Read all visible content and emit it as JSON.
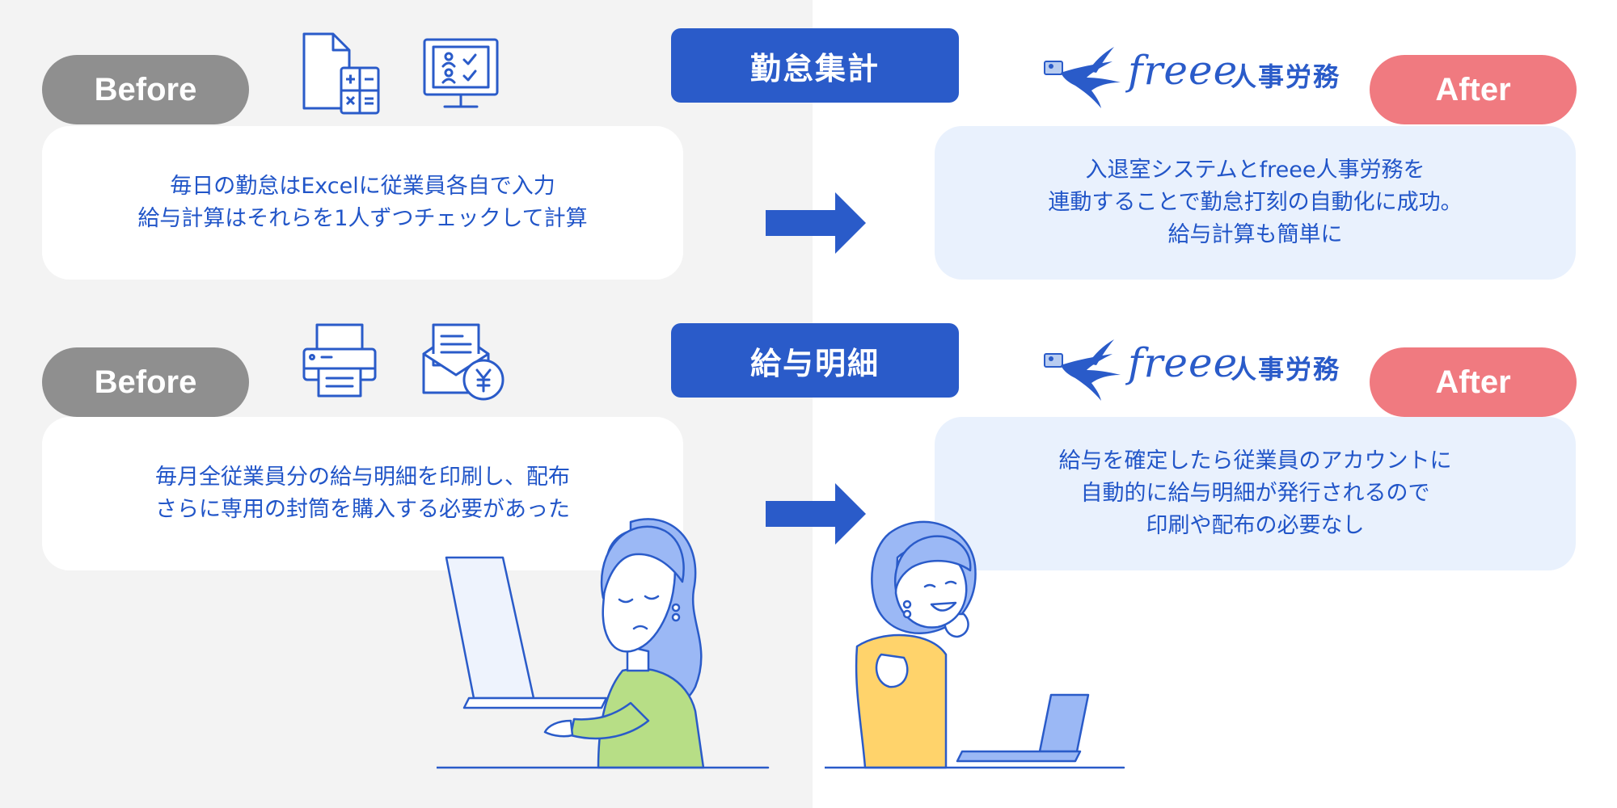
{
  "sections": [
    {
      "label": "勤怠集計",
      "before_label": "Before",
      "after_label": "After",
      "before_lines": [
        "毎日の勤怠はExcelに従業員各自で入力",
        "給与計算はそれらを1人ずつチェックして計算"
      ],
      "after_lines": [
        "入退室システムとfreee人事労務を",
        "連動することで勤怠打刻の自動化に成功。",
        "給与計算も簡単に"
      ],
      "icons": [
        "document-calculator-icon",
        "monitor-checklist-icon"
      ]
    },
    {
      "label": "給与明細",
      "before_label": "Before",
      "after_label": "After",
      "before_lines": [
        "毎月全従業員分の給与明細を印刷し、配布",
        "さらに専用の封筒を購入する必要があった"
      ],
      "after_lines": [
        "給与を確定したら従業員のアカウントに",
        "自動的に給与明細が発行されるので",
        "印刷や配布の必要なし"
      ],
      "icons": [
        "printer-icon",
        "envelope-yen-icon"
      ]
    }
  ],
  "logo": {
    "word": "freee",
    "product": "人事労務"
  },
  "colors": {
    "brand_blue": "#2a5bc9",
    "text_blue": "#2155c8",
    "before_gray": "#8f8f8f",
    "after_pink": "#f07a80",
    "after_card_bg": "#e9f1fd",
    "left_panel_bg": "#f3f3f3"
  }
}
